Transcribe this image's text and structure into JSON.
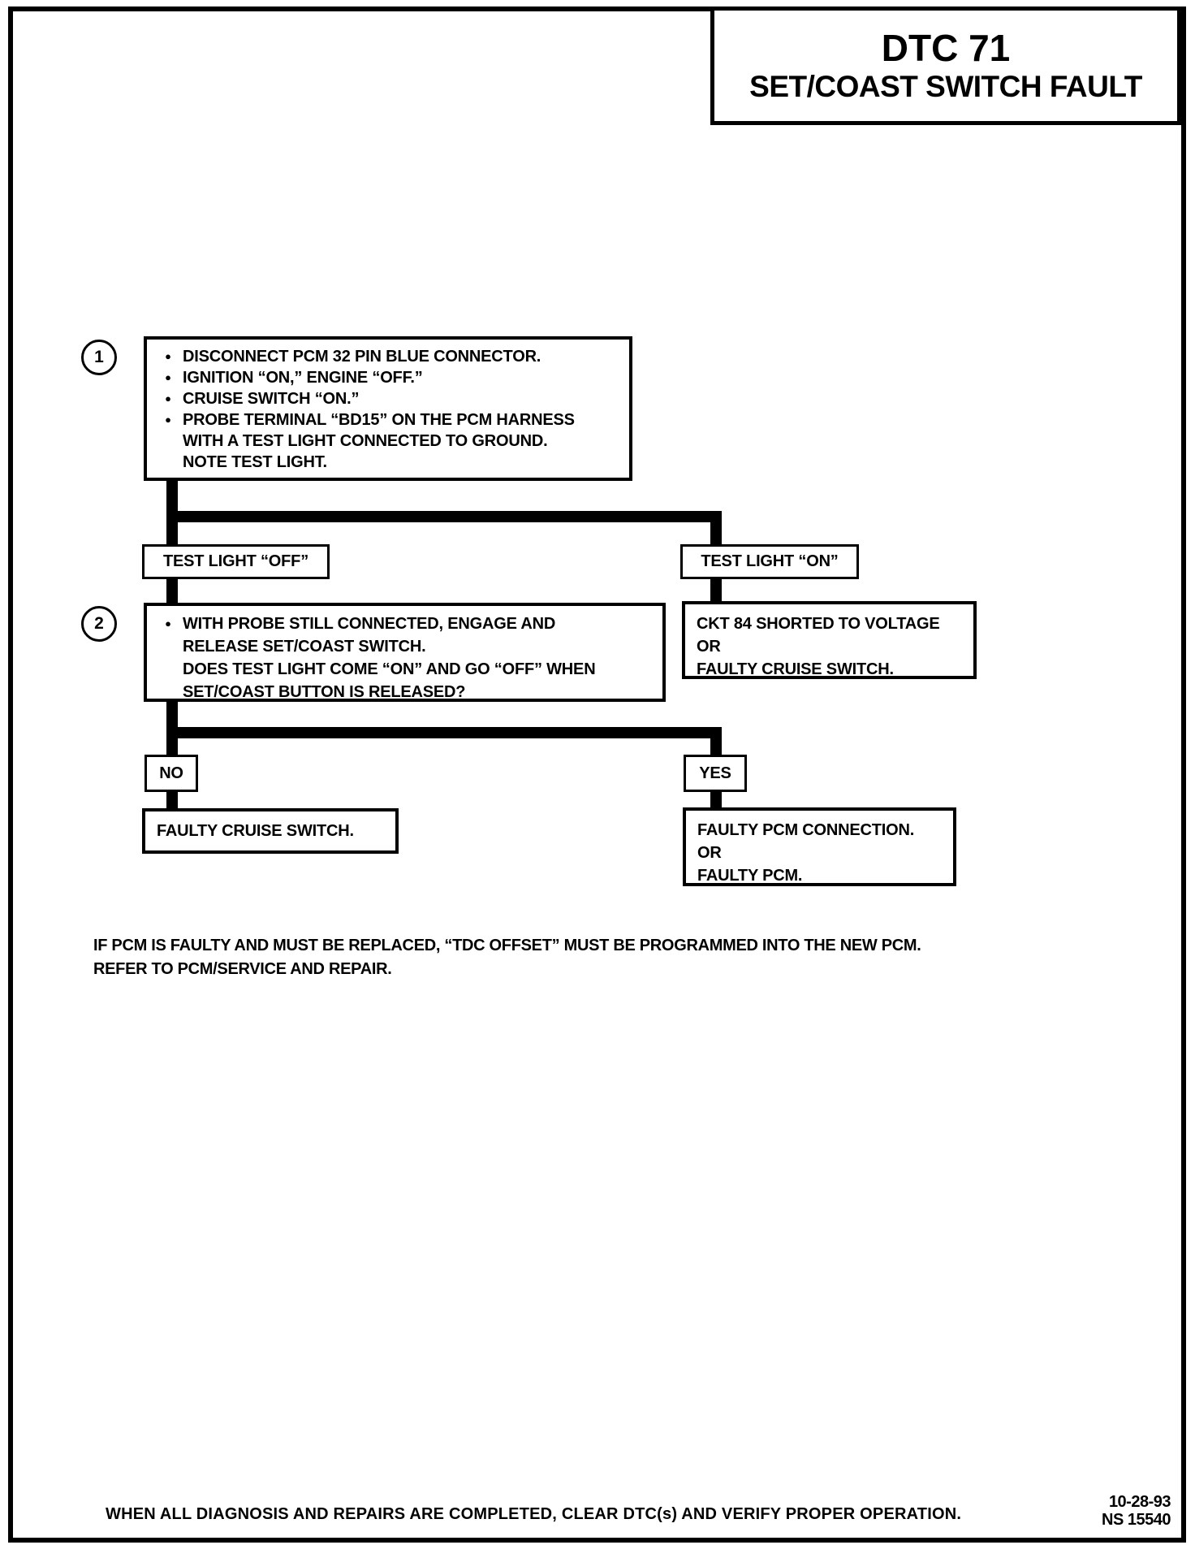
{
  "header": {
    "title": "DTC 71",
    "subtitle": "SET/COAST SWITCH FAULT"
  },
  "flowchart": {
    "step1": {
      "number": "1",
      "lines": [
        {
          "bullet": true,
          "text": "DISCONNECT PCM 32 PIN BLUE CONNECTOR."
        },
        {
          "bullet": true,
          "text": "IGNITION “ON,” ENGINE “OFF.”"
        },
        {
          "bullet": true,
          "text": "CRUISE SWITCH “ON.”"
        },
        {
          "bullet": true,
          "text": "PROBE TERMINAL “BD15” ON THE PCM HARNESS"
        },
        {
          "bullet": false,
          "text": "WITH A TEST LIGHT CONNECTED TO GROUND."
        },
        {
          "bullet": false,
          "text": "NOTE TEST LIGHT."
        }
      ]
    },
    "branch1": {
      "left_label": "TEST LIGHT “OFF”",
      "right_label": "TEST LIGHT “ON”"
    },
    "right_result1": {
      "lines": [
        "CKT 84 SHORTED TO VOLTAGE",
        "OR",
        "FAULTY CRUISE SWITCH."
      ]
    },
    "step2": {
      "number": "2",
      "lines": [
        {
          "bullet": true,
          "text": "WITH PROBE STILL CONNECTED, ENGAGE AND"
        },
        {
          "bullet": false,
          "text": "RELEASE SET/COAST SWITCH."
        },
        {
          "bullet": false,
          "text": "DOES TEST LIGHT COME “ON” AND GO “OFF” WHEN"
        },
        {
          "bullet": false,
          "text": "SET/COAST BUTTON IS RELEASED?"
        }
      ]
    },
    "branch2": {
      "left_label": "NO",
      "right_label": "YES"
    },
    "no_result": {
      "lines": [
        "FAULTY CRUISE SWITCH."
      ]
    },
    "yes_result": {
      "lines": [
        "FAULTY PCM CONNECTION.",
        "OR",
        "FAULTY PCM."
      ]
    }
  },
  "notes": {
    "pcm_note_line1": "IF PCM IS FAULTY AND MUST BE REPLACED, “TDC OFFSET” MUST BE PROGRAMMED INTO THE NEW PCM.",
    "pcm_note_line2": "REFER TO PCM/SERVICE AND REPAIR."
  },
  "footer": {
    "instruction": "WHEN ALL DIAGNOSIS AND REPAIRS ARE COMPLETED, CLEAR DTC(s) AND VERIFY PROPER OPERATION.",
    "date": "10-28-93",
    "doc_number": "NS 15540"
  },
  "colors": {
    "ink": "#000000",
    "paper": "#ffffff"
  }
}
